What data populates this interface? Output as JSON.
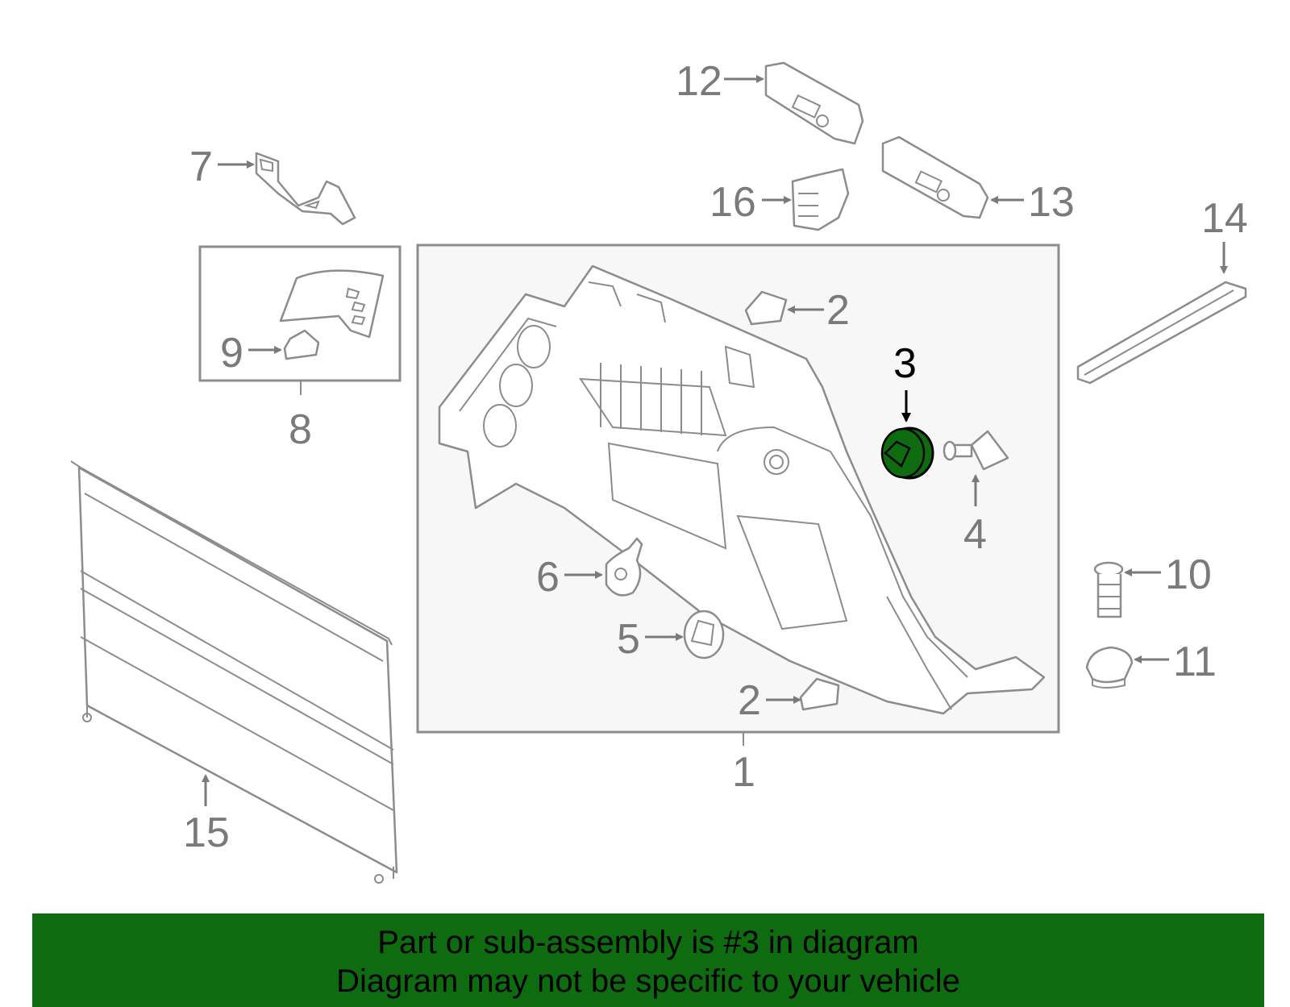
{
  "labels": {
    "p1": "1",
    "p2a": "2",
    "p2b": "2",
    "p3": "3",
    "p4": "4",
    "p5": "5",
    "p6": "6",
    "p7": "7",
    "p8": "8",
    "p9": "9",
    "p10": "10",
    "p11": "11",
    "p12": "12",
    "p13": "13",
    "p14": "14",
    "p15": "15",
    "p16": "16"
  },
  "highlight_color": "#0f6b0f",
  "banner": {
    "line1": "Part or sub-assembly is #3 in diagram",
    "line2": "Diagram may not be specific to your vehicle"
  }
}
